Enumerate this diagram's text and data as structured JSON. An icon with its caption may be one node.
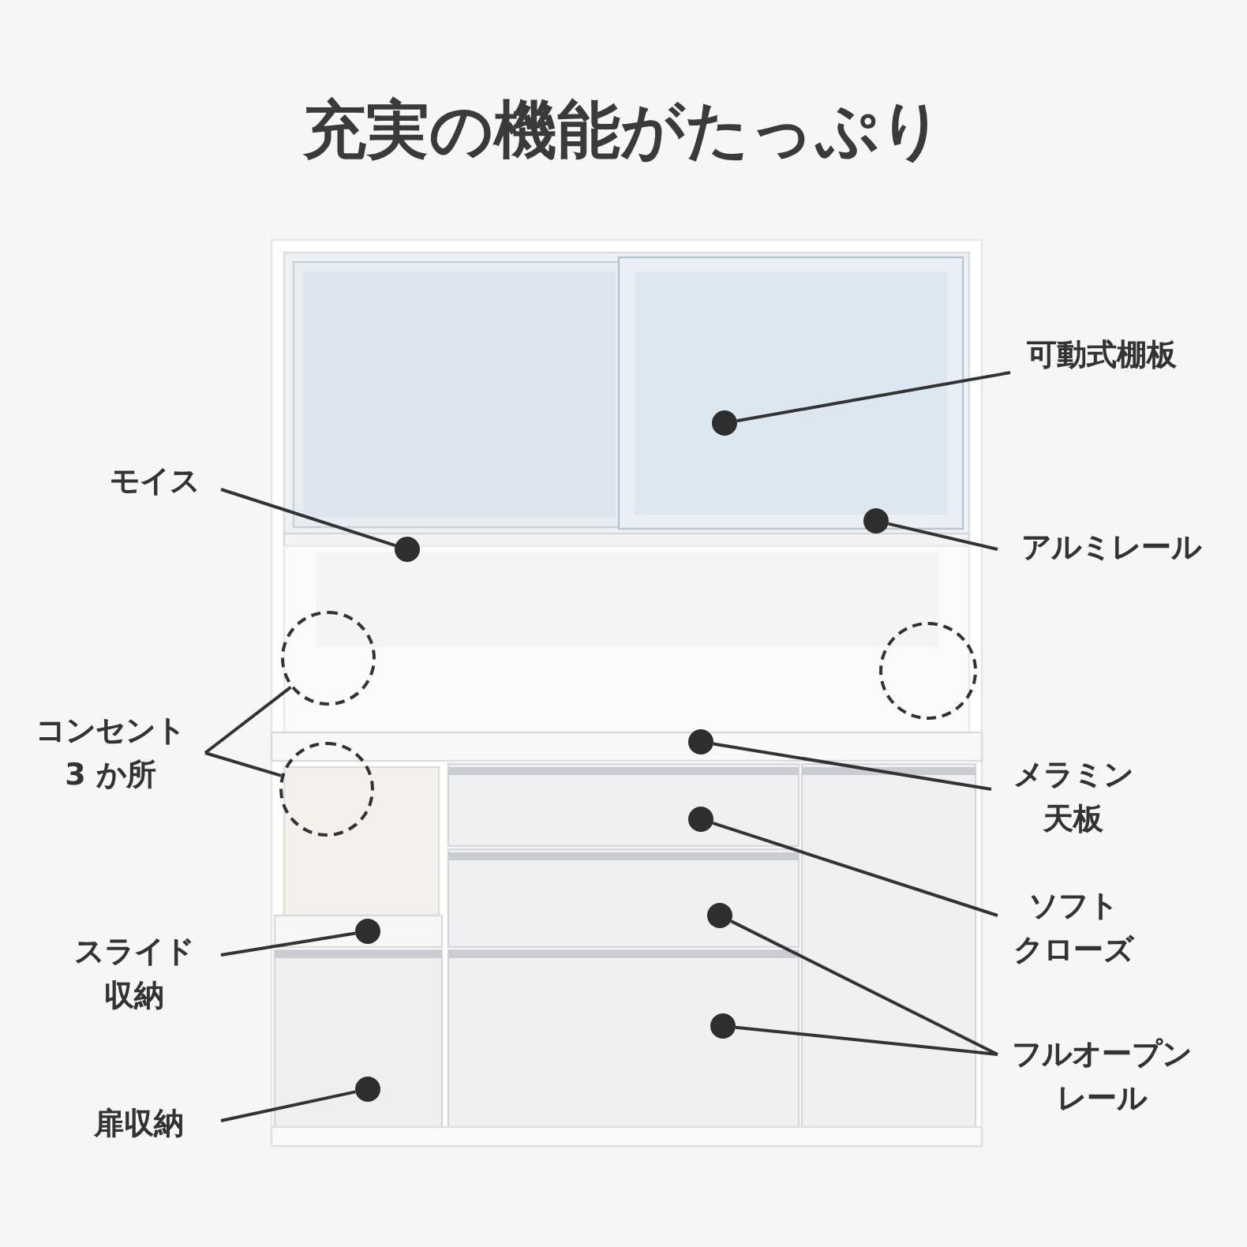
{
  "diagram": {
    "title": "充実の機能がたっぷり",
    "nodes": [
      {
        "text": [
          "可動式棚板"
        ]
      },
      {
        "text": [
          "モイス"
        ]
      },
      {
        "text": [
          "アルミレール"
        ]
      },
      {
        "text": [
          "コンセント3 か所"
        ]
      },
      {
        "text": [
          "メラミン天板"
        ]
      },
      {
        "text": [
          "ソフトクローズ"
        ]
      },
      {
        "text": [
          "スライド収納"
        ]
      },
      {
        "text": [
          "フルオープンレール"
        ]
      },
      {
        "text": [
          "扉収納"
        ]
      },
      {
        "text": [],
        "shape": "circle"
      },
      {
        "text": [],
        "shape": "circle"
      },
      {
        "text": [],
        "shape": "circle"
      },
      {
        "text": [],
        "shape": "circle"
      },
      {
        "text": [],
        "shape": "circle"
      },
      {
        "text": [],
        "shape": "circle"
      },
      {
        "text": [],
        "shape": "circle"
      },
      {
        "text": [],
        "shape": "circle"
      },
      {
        "text": [],
        "shape": "circle"
      },
      {
        "text": [],
        "shape": "circle"
      },
      {
        "text": [],
        "shape": "circle"
      },
      {
        "text": [],
        "shape": "circle"
      }
    ],
    "edges": [
      {
        "from": 0,
        "to": 9,
        "arrow": "none"
      },
      {
        "from": 1,
        "to": 10,
        "arrow": "none"
      },
      {
        "from": 2,
        "to": 11,
        "arrow": "none"
      },
      {
        "from": 3,
        "to": 12,
        "arrow": "none"
      },
      {
        "from": 3,
        "to": 14,
        "arrow": "none"
      },
      {
        "from": 4,
        "to": 15,
        "arrow": "none"
      },
      {
        "from": 5,
        "to": 16,
        "arrow": "none"
      },
      {
        "from": 6,
        "to": 17,
        "arrow": "none"
      },
      {
        "from": 7,
        "to": 18,
        "arrow": "none"
      },
      {
        "from": 7,
        "to": 19,
        "arrow": "none"
      },
      {
        "from": 8,
        "to": 20,
        "arrow": "none"
      }
    ]
  }
}
